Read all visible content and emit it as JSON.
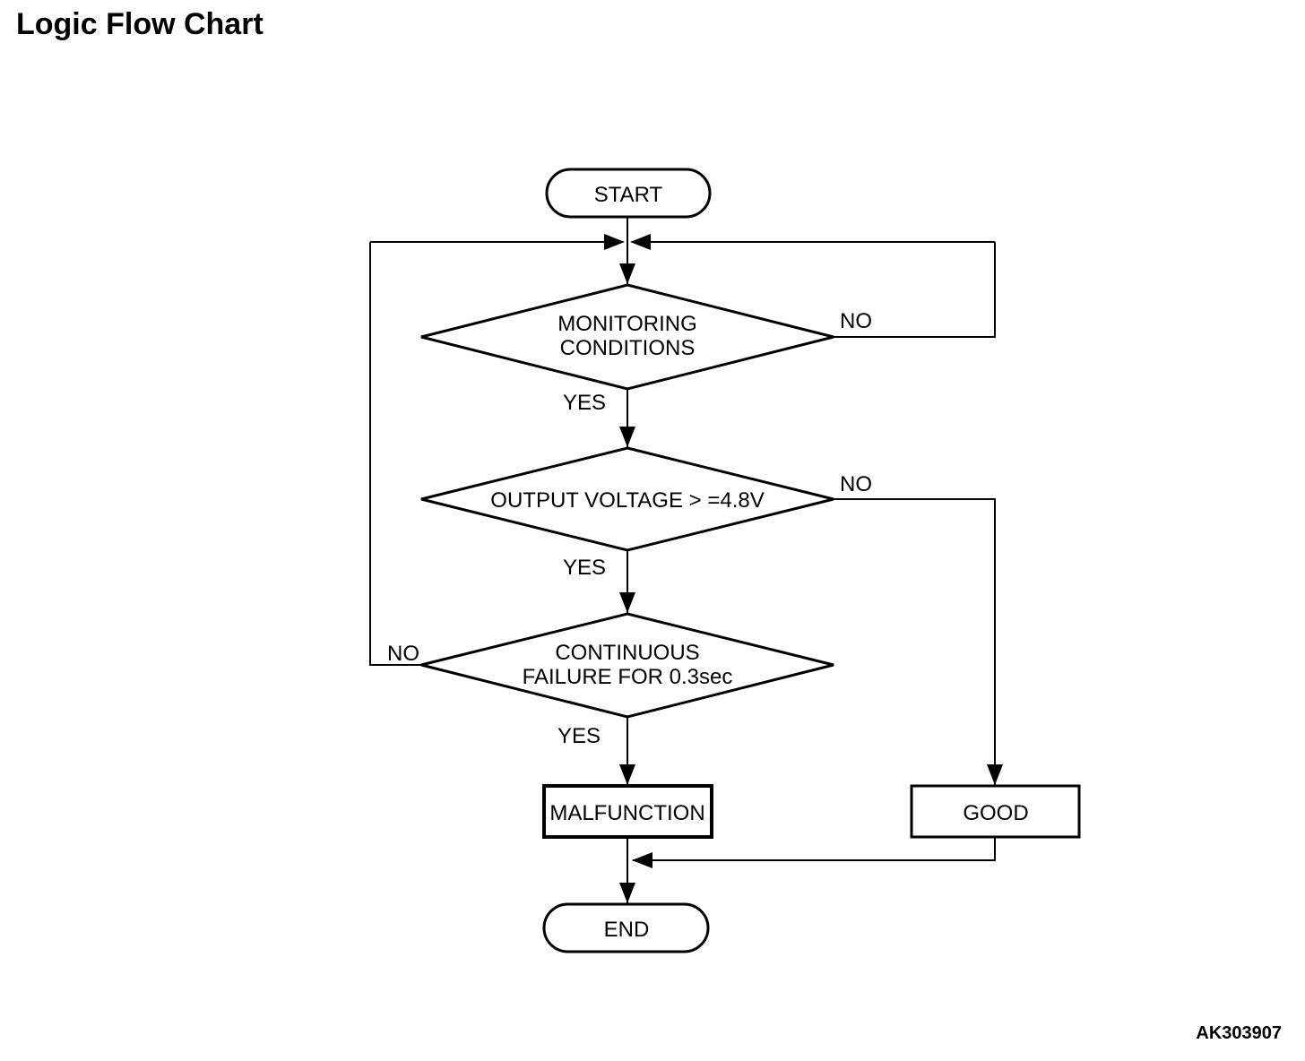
{
  "title": "Logic Flow Chart",
  "figure_id": "AK303907",
  "colors": {
    "ink": "#000000",
    "background": "#ffffff"
  },
  "flowchart": {
    "start": "START",
    "decision1": {
      "line1": "MONITORING",
      "line2": "CONDITIONS",
      "yes_label": "YES",
      "no_label": "NO"
    },
    "decision2": {
      "line1": "OUTPUT VOLTAGE > =4.8V",
      "yes_label": "YES",
      "no_label": "NO"
    },
    "decision3": {
      "line1": "CONTINUOUS",
      "line2": "FAILURE FOR 0.3sec",
      "yes_label": "YES",
      "no_label": "NO"
    },
    "malfunction": "MALFUNCTION",
    "good": "GOOD",
    "end": "END",
    "edges": [
      "START -> MONITORING CONDITIONS",
      "MONITORING CONDITIONS -NO-> loop back to junction above MONITORING CONDITIONS",
      "MONITORING CONDITIONS -YES-> OUTPUT VOLTAGE > =4.8V",
      "OUTPUT VOLTAGE > =4.8V -NO-> GOOD",
      "OUTPUT VOLTAGE > =4.8V -YES-> CONTINUOUS FAILURE FOR 0.3sec",
      "CONTINUOUS FAILURE FOR 0.3sec -NO-> loop back to junction above MONITORING CONDITIONS",
      "CONTINUOUS FAILURE FOR 0.3sec -YES-> MALFUNCTION",
      "MALFUNCTION -> END",
      "GOOD -> END"
    ]
  }
}
